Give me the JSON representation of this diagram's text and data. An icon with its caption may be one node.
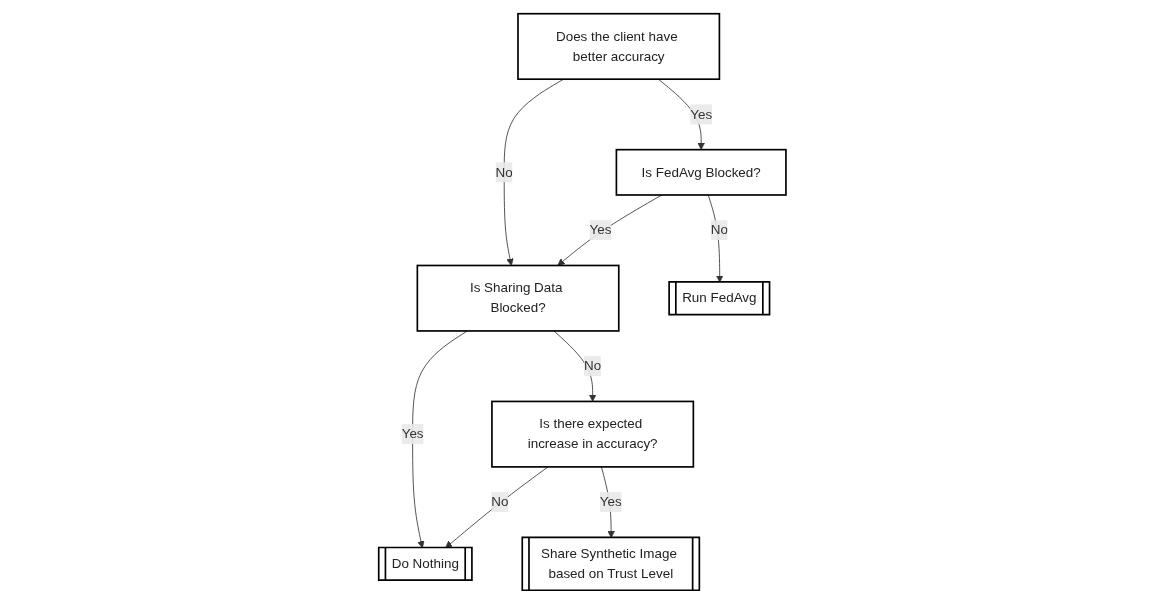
{
  "diagram": {
    "nodes": [
      {
        "text": [
          "Does the client have better accuracy"
        ]
      },
      {
        "text": [
          "Is FedAvg Blocked?"
        ]
      },
      {
        "text": [
          "Is Sharing Data Blocked?"
        ]
      },
      {
        "text": [
          "Do Nothing"
        ]
      },
      {
        "text": [
          "Run FedAvg"
        ]
      },
      {
        "text": [
          "Is there expected increase in accuracy?"
        ]
      },
      {
        "text": [
          "Share Synthetic Image based on Trust Level"
        ]
      }
    ],
    "edges": [
      {
        "from": 0,
        "to": 1,
        "arrow": "to",
        "label": "Yes"
      },
      {
        "from": 0,
        "to": 2,
        "arrow": "to",
        "label": "No"
      },
      {
        "from": 1,
        "to": 2,
        "arrow": "to",
        "label": "Yes"
      },
      {
        "from": 1,
        "to": 4,
        "arrow": "to",
        "label": "No"
      },
      {
        "from": 2,
        "to": 3,
        "arrow": "to",
        "label": "Yes"
      },
      {
        "from": 2,
        "to": 5,
        "arrow": "to",
        "label": "No"
      },
      {
        "from": 5,
        "to": 3,
        "arrow": "to",
        "label": "No"
      },
      {
        "from": 5,
        "to": 6,
        "arrow": "to",
        "label": "Yes"
      }
    ]
  }
}
